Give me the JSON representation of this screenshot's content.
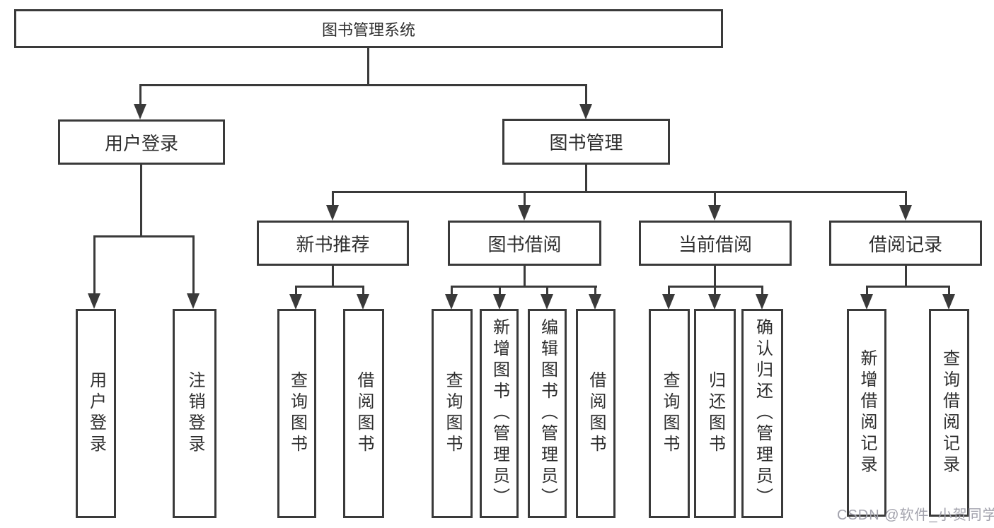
{
  "diagram": {
    "root": {
      "label": "图书管理系统"
    },
    "children": [
      {
        "label": "用户登录",
        "children": [
          {
            "label": "用户登录"
          },
          {
            "label": "注销登录"
          }
        ]
      },
      {
        "label": "图书管理",
        "children": [
          {
            "label": "新书推荐",
            "children": [
              {
                "label": "查询图书"
              },
              {
                "label": "借阅图书"
              }
            ]
          },
          {
            "label": "图书借阅",
            "children": [
              {
                "label": "查询图书"
              },
              {
                "label": "新增图书（管理员）"
              },
              {
                "label": "编辑图书（管理员）"
              },
              {
                "label": "借阅图书"
              }
            ]
          },
          {
            "label": "当前借阅",
            "children": [
              {
                "label": "查询图书"
              },
              {
                "label": "归还图书"
              },
              {
                "label": "确认归还（管理员）"
              }
            ]
          },
          {
            "label": "借阅记录",
            "children": [
              {
                "label": "新增借阅记录"
              },
              {
                "label": "查询借阅记录"
              }
            ]
          }
        ]
      }
    ]
  },
  "watermark": {
    "text": "CSDN @软件_小贺同学"
  },
  "colors": {
    "line": "#3a3a3a",
    "text": "#2e2e2e",
    "watermark": "#a2a2ac",
    "background": "#ffffff"
  }
}
